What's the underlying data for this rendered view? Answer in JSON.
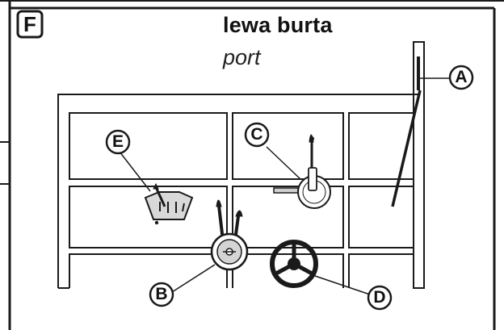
{
  "panel": {
    "letter": "F"
  },
  "heading": {
    "title": "lewa burta",
    "subtitle": "port"
  },
  "callouts": {
    "a": "A",
    "b": "B",
    "c": "C",
    "d": "D",
    "e": "E"
  },
  "colors": {
    "line": "#1a1a1a",
    "fill": "#ffffff",
    "shade": "#bdbdbd"
  }
}
